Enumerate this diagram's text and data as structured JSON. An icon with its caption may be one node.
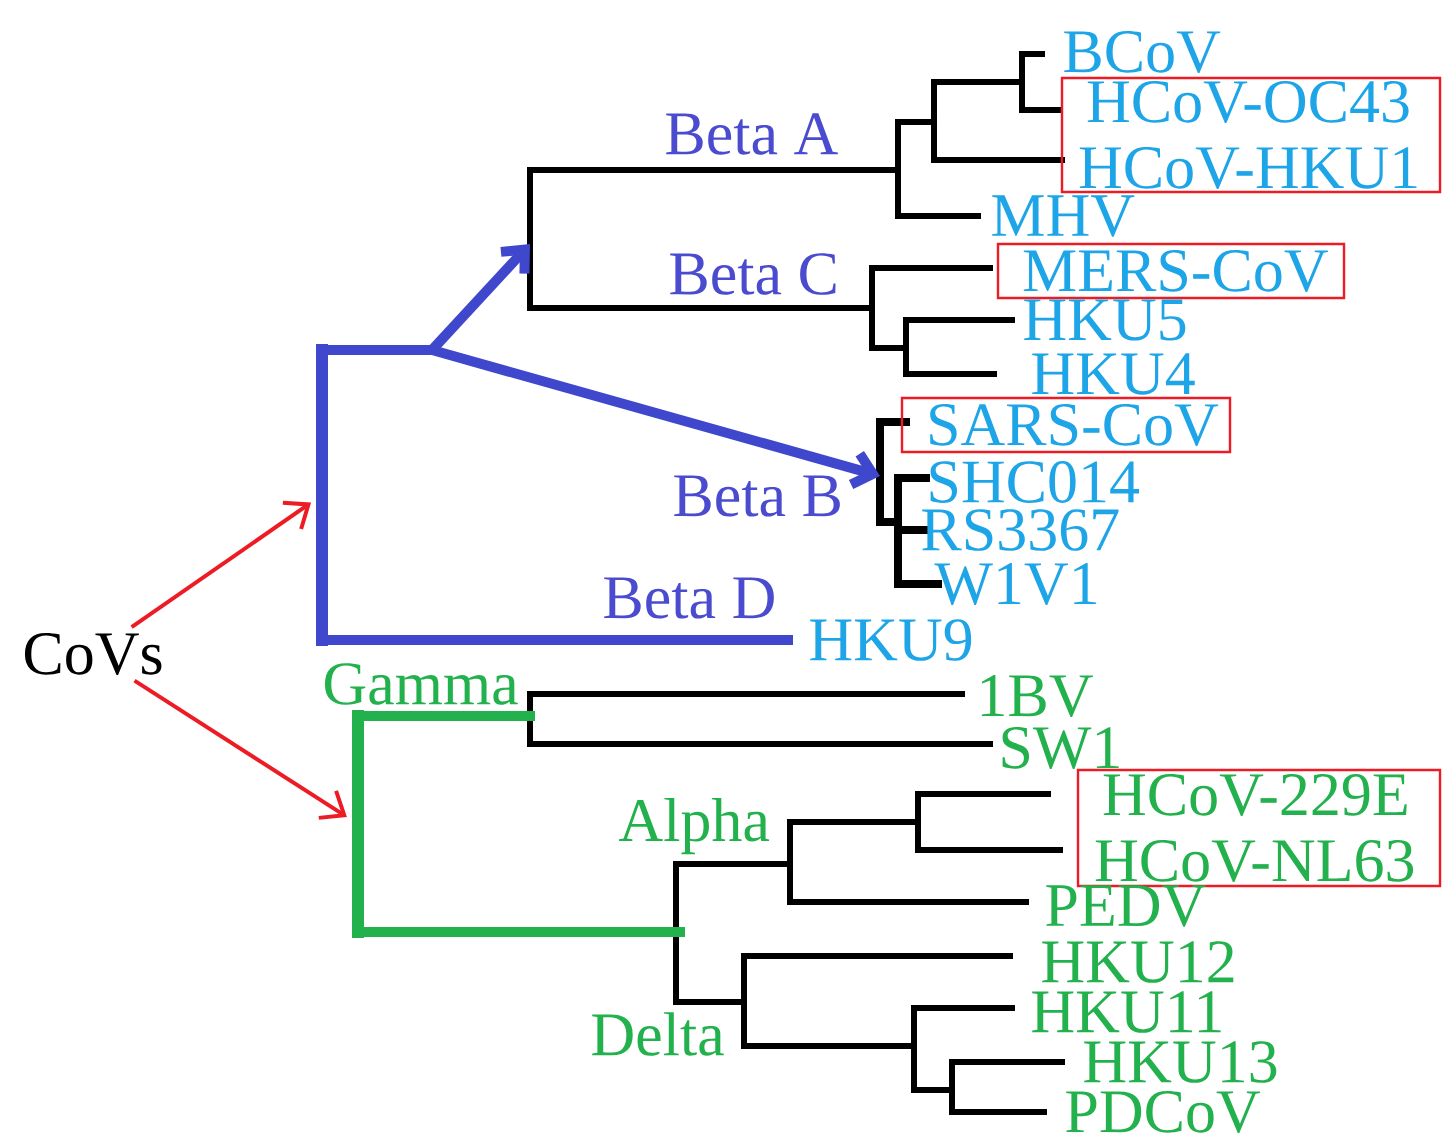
{
  "diagram": {
    "nodes": [
      {
        "text": [
          "CoVs"
        ]
      },
      {
        "text": [
          "HCoV-OC43",
          "HCoV-HKU1"
        ]
      },
      {
        "text": [
          "MERS-CoV"
        ]
      },
      {
        "text": [
          "SARS-CoV"
        ]
      },
      {
        "text": [
          "HCoV-229E",
          "HCoV-NL63"
        ]
      },
      {
        "text": [],
        "shape": "bar"
      },
      {
        "text": [],
        "shape": "bar"
      }
    ],
    "edges": [
      {
        "from": 0,
        "to": 5,
        "arrow": "to"
      },
      {
        "from": 0,
        "to": 6,
        "arrow": "to"
      }
    ],
    "labels": [
      "BCoV",
      "Beta A",
      "MHV",
      "Beta C",
      "HKU5",
      "HKU4",
      "SHC014",
      "Beta B",
      "RS3367",
      "W1V1",
      "Beta D",
      "HKU9",
      "Gamma",
      "1BV",
      "SW1",
      "Alpha",
      "PEDV",
      "HKU12",
      "HKU11",
      "Delta",
      "HKU13",
      "PDCoV"
    ]
  }
}
